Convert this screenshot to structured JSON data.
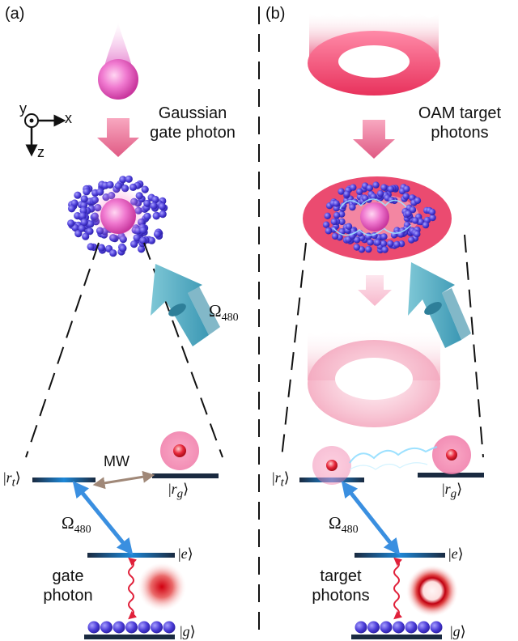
{
  "panels": {
    "a": {
      "tag": "(a)",
      "title_line1": "Gaussian",
      "title_line2": "gate photon",
      "axes": {
        "y": "y",
        "x": "x",
        "z": "z"
      },
      "coupling_label": "Ω",
      "coupling_sub": "480",
      "mw_label": "MW",
      "photon_line1": "gate",
      "photon_line2": "photon"
    },
    "b": {
      "tag": "(b)",
      "title_line1": "OAM target",
      "title_line2": "photons",
      "coupling_label": "Ω",
      "coupling_sub": "480",
      "photon_line1": "target",
      "photon_line2": "photons"
    }
  },
  "levels": {
    "rt": "r",
    "rt_sub": "t",
    "rg": "r",
    "rg_sub": "g",
    "e": "e",
    "g": "g"
  },
  "colors": {
    "atom": "#4a3bd6",
    "photon": "#f05a9a",
    "ring": "#e8426e",
    "beam": "#5ab4c8",
    "arrow_blue": "#3a8fe0",
    "mw_arrow": "#a08878",
    "wavy": "#e0203a"
  },
  "icons": [
    "gaussian-photon-icon",
    "oam-ring-icon",
    "atom-cloud-icon",
    "pump-beam-icon",
    "level-diagram-icon"
  ]
}
